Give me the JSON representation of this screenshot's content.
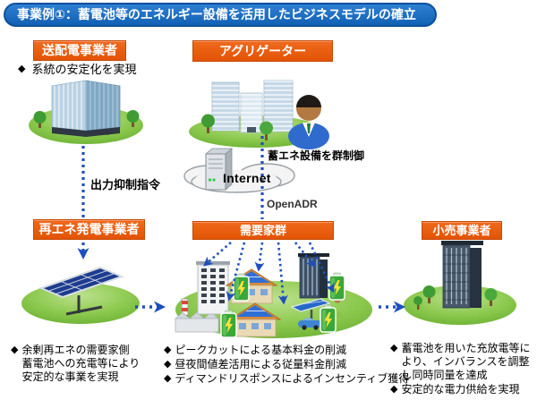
{
  "title": "事業例①：蓄電池等のエネルギー設備を活用したビジネスモデルの確立",
  "bullet": "◆",
  "colors": {
    "title_bg": "#1668c0",
    "title_border": "#0d4f9e",
    "actor_label_bg": "#e9580c",
    "arrow_blue": "#1f4fbe",
    "ground_green": "#86c440"
  },
  "actors": {
    "grid_operator": {
      "label": "送配電事業者",
      "note": "系統の安定化を実現"
    },
    "aggregator": {
      "label": "アグリゲーター"
    },
    "renewable_producer": {
      "label": "再エネ発電事業者",
      "note_lines": [
        "余剰再エネの需要家側",
        "蓄電池への充電等により",
        "安定的な事業を実現"
      ]
    },
    "consumers": {
      "label": "需要家群",
      "notes": [
        "ピークカットによる基本料金の削減",
        "昼夜間値差活用による従量料金削減",
        "ディマンドリスポンスによるインセンティブ獲得"
      ]
    },
    "retailer": {
      "label": "小売事業者",
      "notes": [
        "蓄電池を用いた充放電等により、インバランスを調整し同時同量を達成",
        "安定的な電力供給を実現"
      ]
    }
  },
  "annotations": {
    "output_curtailment": "出力抑制指令",
    "group_control": "蓄エネ設備を群制御",
    "internet": "Internet",
    "openadr": "OpenADR"
  }
}
